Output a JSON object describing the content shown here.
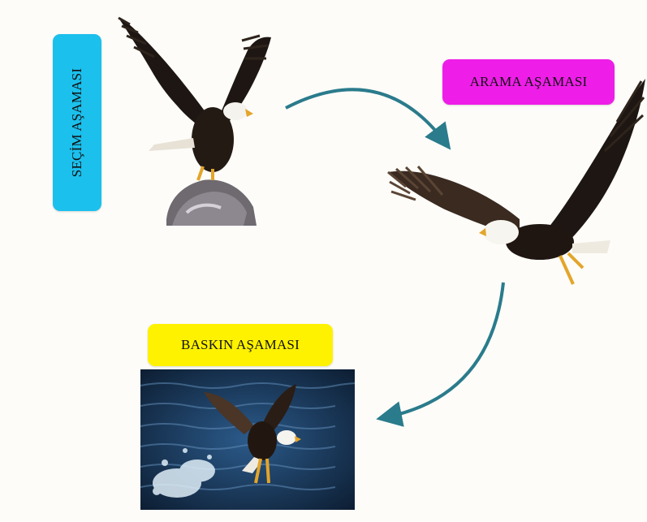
{
  "stages": {
    "selection": {
      "label": "SEÇİM AŞAMASI",
      "color": "#1cc0ec"
    },
    "search": {
      "label": "ARAMA AŞAMASI",
      "color": "#ee1ee8"
    },
    "attack": {
      "label": "BASKIN AŞAMASI",
      "color": "#fff200"
    }
  },
  "images": [
    {
      "name": "eagle-perched-on-rock"
    },
    {
      "name": "eagle-in-flight"
    },
    {
      "name": "eagle-diving-into-water"
    }
  ],
  "arrows": {
    "color": "#2a7b8c"
  }
}
